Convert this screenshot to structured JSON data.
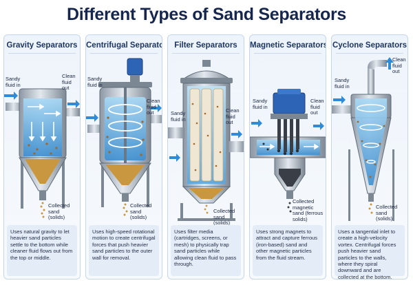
{
  "title": "Different Types of Sand Separators",
  "colors": {
    "title": "#17264d",
    "panel_bg": "#eef4fb",
    "water": "#7fc1ea",
    "steel": "#a9b4c0",
    "sand": "#c9973f",
    "motor": "#2e64b5",
    "arrow": "#2f8ad8"
  },
  "panels": [
    {
      "title": "Gravity Separators",
      "labels": {
        "in": "Sandy\nfluid in",
        "out": "Clean\nfluid out",
        "solids": "Collected sand\n(solids)"
      },
      "description": "Uses natural gravity to let heavier sand particles settle to the bottom while cleaner fluid flows out from the top or middle."
    },
    {
      "title": "Centrifugal Separators",
      "labels": {
        "in": "Sandy\nfluid in",
        "out": "Clean\nfluid out",
        "solids": "Collected sand\n(solids)"
      },
      "description": "Uses high-speed rotational motion to create centrifugal forces that push heavier sand particles to the outer wall for removal."
    },
    {
      "title": "Filter Separators",
      "labels": {
        "in": "Sandy\nfluid in",
        "out": "Clean\nfluid out",
        "solids": "Collected sand\n(solids)"
      },
      "description": "Uses filter media (cartridges, screens, or mesh) to physically trap sand particles while allowing clean fluid to pass through."
    },
    {
      "title": "Magnetic Separators",
      "labels": {
        "in": "Sandy\nfluid in",
        "out": "Clean\nfluid out",
        "solids": "Collected magnetic\nsand (ferrous solids)"
      },
      "description": "Uses strong magnets to attract and capture ferrous (iron-based) sand and other magnetic particles from the fluid stream."
    },
    {
      "title": "Cyclone Separators",
      "labels": {
        "in": "Sandy\nfluid in",
        "out": "Clean\nfluid out",
        "solids": "Collected sand\n(solids)"
      },
      "description": "Uses a tangential inlet to create a high-velocity vortex. Centrifugal forces push heavier sand particles to the walls, where they spiral downward and are collected at the bottom."
    }
  ]
}
